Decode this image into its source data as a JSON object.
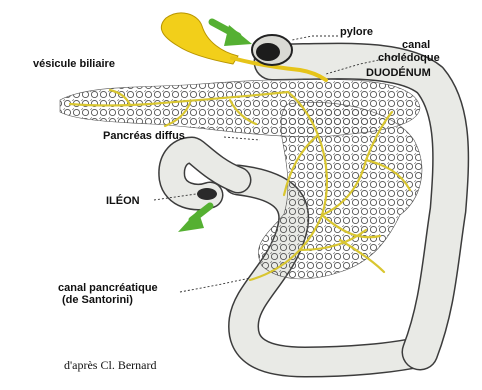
{
  "labels": {
    "pylore": "pylore",
    "canal_choledoque_1": "canal",
    "canal_choledoque_2": "cholédoque",
    "duodenum": "DUODÉNUM",
    "vesicule_biliaire": "vésicule biliaire",
    "pancreas_diffus": "Pancréas diffus",
    "ileon": "ILÉON",
    "canal_pancreatique_1": "canal pancréatique",
    "canal_pancreatique_2": "(de Santorini)"
  },
  "credit": "d'après Cl. Bernard",
  "colors": {
    "bile_yellow": "#f2cf1a",
    "duct_yellow": "#d9c630",
    "arrow_green": "#55b032",
    "intestine_fill": "#e9eae6",
    "intestine_outline": "#3c3c3c",
    "pancreas_lobule": "#555555"
  },
  "icons": [
    "arrow-down-right-icon",
    "arrow-down-left-icon"
  ]
}
